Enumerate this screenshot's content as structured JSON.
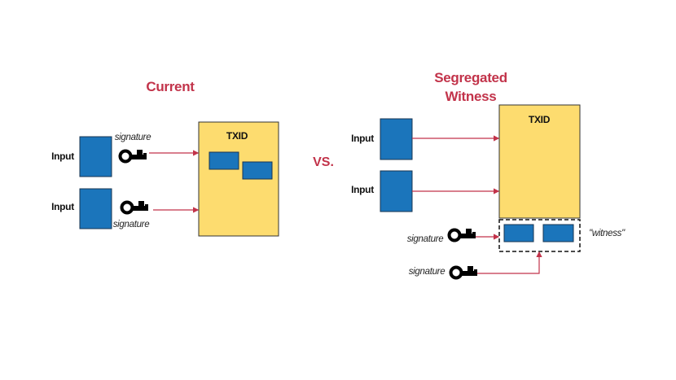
{
  "colors": {
    "accent": "#c2334a",
    "block": "#1b75bb",
    "tx": "#fddc6f"
  },
  "current": {
    "title": "Current",
    "inputs": [
      "Input",
      "Input"
    ],
    "signatures": [
      "signature",
      "signature"
    ],
    "tx_label": "TXID"
  },
  "vs_label": "VS.",
  "segwit": {
    "title_line1": "Segregated",
    "title_line2": "Witness",
    "inputs": [
      "Input",
      "Input"
    ],
    "signatures": [
      "signature",
      "signature"
    ],
    "tx_label": "TXID",
    "witness_label": "\"witness\""
  }
}
